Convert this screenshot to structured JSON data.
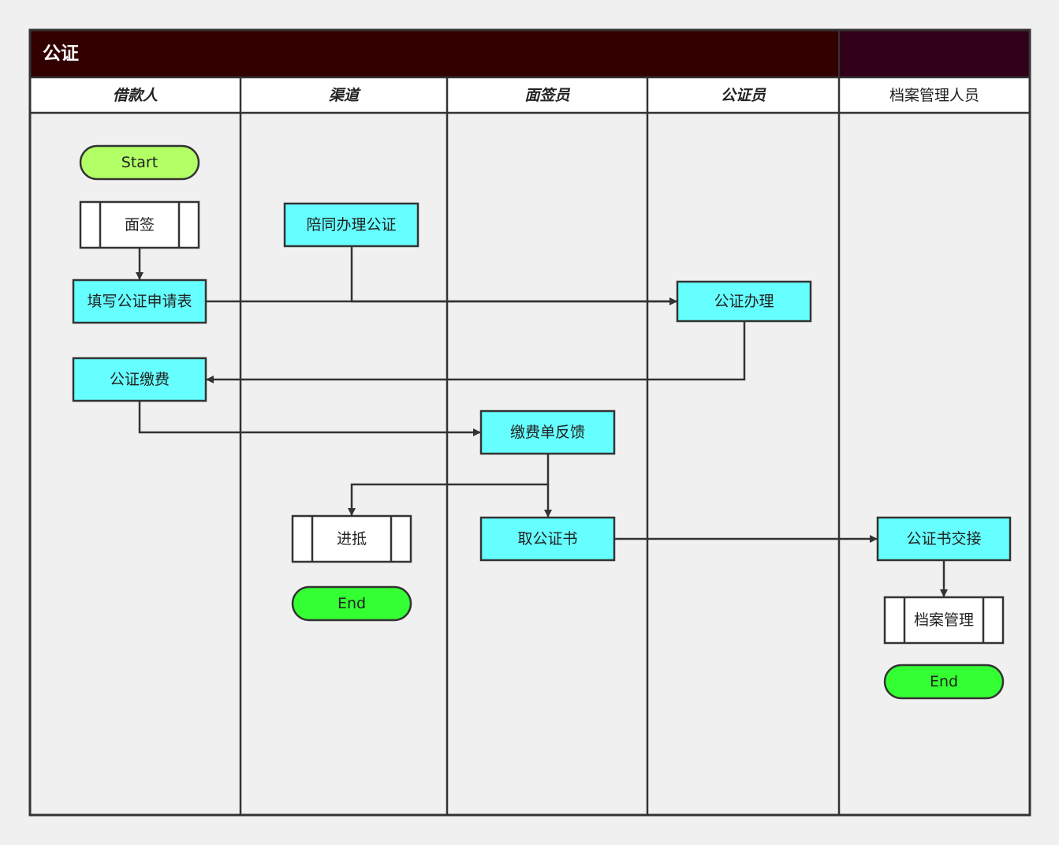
{
  "diagram": {
    "title": "公证",
    "colors": {
      "title_bar": "#330000",
      "title_bar_right": "#33001a",
      "process_fill": "#66ffff",
      "start_fill": "#b3ff66",
      "end_fill": "#33ff33",
      "subprocess_fill": "#ffffff",
      "line": "#333333"
    },
    "lanes": [
      {
        "id": "lane-borrower",
        "label": "借款人",
        "bold": true
      },
      {
        "id": "lane-channel",
        "label": "渠道",
        "bold": true
      },
      {
        "id": "lane-interviewer",
        "label": "面签员",
        "bold": true
      },
      {
        "id": "lane-notary",
        "label": "公证员",
        "bold": true
      },
      {
        "id": "lane-archive",
        "label": "档案管理人员",
        "bold": false
      }
    ],
    "nodes": [
      {
        "id": "start",
        "label": "Start",
        "shape": "terminal-start"
      },
      {
        "id": "interview",
        "label": "面签",
        "shape": "subprocess"
      },
      {
        "id": "fill-form",
        "label": "填写公证申请表",
        "shape": "process"
      },
      {
        "id": "accompany",
        "label": "陪同办理公证",
        "shape": "process"
      },
      {
        "id": "notary-handle",
        "label": "公证办理",
        "shape": "process"
      },
      {
        "id": "pay-fee",
        "label": "公证缴费",
        "shape": "process"
      },
      {
        "id": "fee-feedback",
        "label": "缴费单反馈",
        "shape": "process"
      },
      {
        "id": "mortgage",
        "label": "进抵",
        "shape": "subprocess"
      },
      {
        "id": "get-cert",
        "label": "取公证书",
        "shape": "process"
      },
      {
        "id": "end-channel",
        "label": "End",
        "shape": "terminal-end"
      },
      {
        "id": "cert-handover",
        "label": "公证书交接",
        "shape": "process"
      },
      {
        "id": "archive-manage",
        "label": "档案管理",
        "shape": "subprocess"
      },
      {
        "id": "end-archive",
        "label": "End",
        "shape": "terminal-end"
      }
    ],
    "edges": [
      {
        "from": "interview",
        "to": "fill-form"
      },
      {
        "from": "fill-form",
        "to": "notary-handle"
      },
      {
        "from": "accompany",
        "to": "notary-handle"
      },
      {
        "from": "notary-handle",
        "to": "pay-fee"
      },
      {
        "from": "pay-fee",
        "to": "fee-feedback"
      },
      {
        "from": "fee-feedback",
        "to": "get-cert"
      },
      {
        "from": "fee-feedback",
        "to": "mortgage"
      },
      {
        "from": "get-cert",
        "to": "cert-handover"
      },
      {
        "from": "cert-handover",
        "to": "archive-manage"
      }
    ]
  }
}
